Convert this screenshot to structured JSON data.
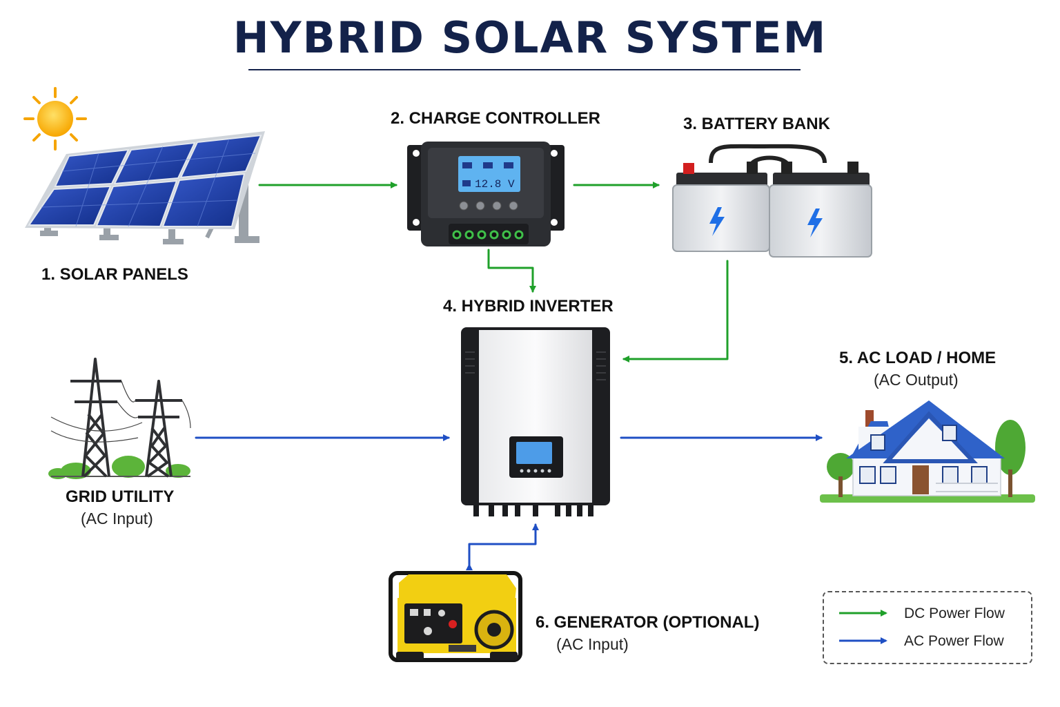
{
  "title": "HYBRID SOLAR SYSTEM",
  "components": {
    "solar_panels": {
      "label": "1. SOLAR PANELS"
    },
    "charge_controller": {
      "label": "2. CHARGE CONTROLLER",
      "display_value": "12.8 V"
    },
    "battery_bank": {
      "label": "3. BATTERY BANK"
    },
    "hybrid_inverter": {
      "label": "4. HYBRID INVERTER"
    },
    "ac_load": {
      "label": "5. AC LOAD / HOME",
      "sublabel": "(AC Output)"
    },
    "generator": {
      "label": "6. GENERATOR (OPTIONAL)",
      "sublabel": "(AC Input)"
    },
    "grid": {
      "label": "GRID UTILITY",
      "sublabel": "(AC Input)"
    }
  },
  "legend": {
    "dc": {
      "label": "DC Power Flow",
      "color": "#1fa02a"
    },
    "ac": {
      "label": "AC Power Flow",
      "color": "#1f4fc4"
    }
  },
  "flows": [
    {
      "from": "solar_panels",
      "to": "charge_controller",
      "type": "dc"
    },
    {
      "from": "charge_controller",
      "to": "battery_bank",
      "type": "dc"
    },
    {
      "from": "charge_controller",
      "to": "hybrid_inverter",
      "type": "dc"
    },
    {
      "from": "battery_bank",
      "to": "hybrid_inverter",
      "type": "dc"
    },
    {
      "from": "grid",
      "to": "hybrid_inverter",
      "type": "ac"
    },
    {
      "from": "hybrid_inverter",
      "to": "ac_load",
      "type": "ac"
    },
    {
      "from": "generator",
      "to": "hybrid_inverter",
      "type": "ac",
      "bidirectional": true
    }
  ]
}
